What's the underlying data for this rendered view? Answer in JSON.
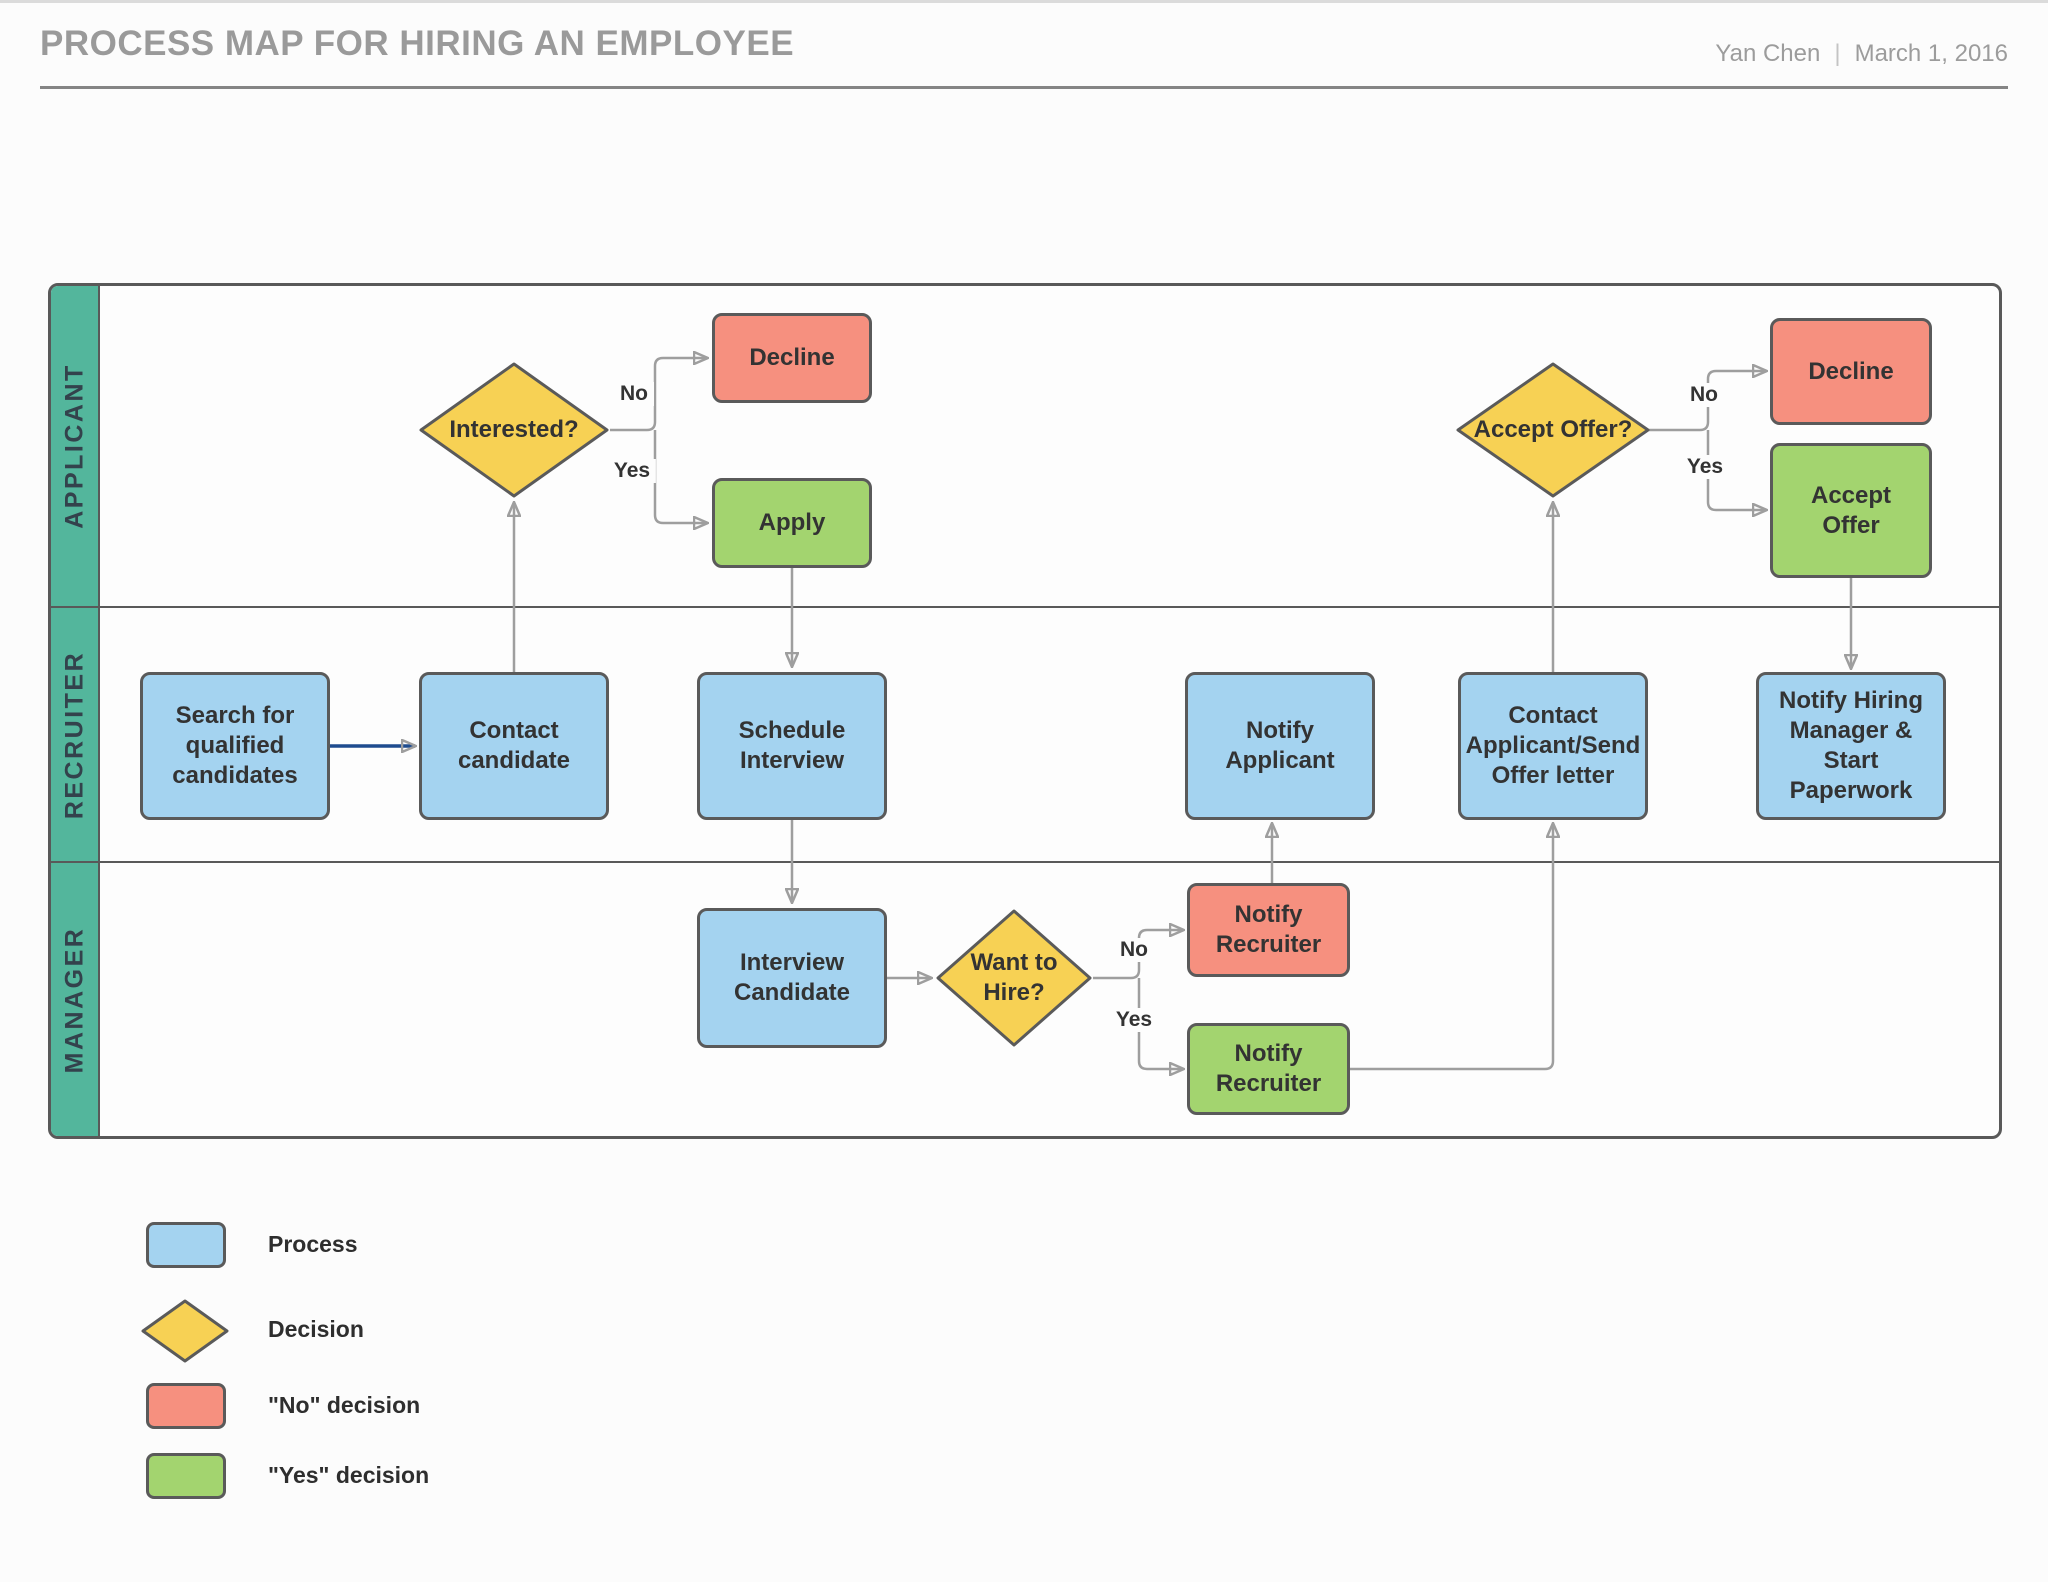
{
  "header": {
    "title": "PROCESS MAP FOR HIRING AN EMPLOYEE",
    "author": "Yan Chen",
    "separator": "|",
    "date": "March 1, 2016"
  },
  "lanes": [
    {
      "label": "APPLICANT"
    },
    {
      "label": "RECRUITER"
    },
    {
      "label": "MANAGER"
    }
  ],
  "nodes": {
    "interested": {
      "label": "Interested?",
      "type": "decision"
    },
    "decline1": {
      "label": "Decline",
      "type": "no-decision"
    },
    "apply": {
      "label": "Apply",
      "type": "yes-decision"
    },
    "accept_offer_q": {
      "label": "Accept Offer?",
      "type": "decision"
    },
    "decline2": {
      "label": "Decline",
      "type": "no-decision"
    },
    "accept_offer": {
      "label": "Accept Offer",
      "type": "yes-decision"
    },
    "search": {
      "label": "Search for qualified candidates",
      "type": "process"
    },
    "contact_candidate": {
      "label": "Contact candidate",
      "type": "process"
    },
    "schedule_interview": {
      "label": "Schedule Interview",
      "type": "process"
    },
    "notify_applicant": {
      "label": "Notify Applicant",
      "type": "process"
    },
    "contact_applicant": {
      "label": "Contact Applicant/Send Offer letter",
      "type": "process"
    },
    "notify_hiring": {
      "label": "Notify Hiring Manager & Start Paperwork",
      "type": "process"
    },
    "interview_candidate": {
      "label": "Interview Candidate",
      "type": "process"
    },
    "want_hire": {
      "label": "Want to Hire?",
      "type": "decision"
    },
    "notify_recruiter_no": {
      "label": "Notify Recruiter",
      "type": "no-decision"
    },
    "notify_recruiter_yes": {
      "label": "Notify Recruiter",
      "type": "yes-decision"
    }
  },
  "edge_labels": {
    "interested_no": "No",
    "interested_yes": "Yes",
    "want_hire_no": "No",
    "want_hire_yes": "Yes",
    "accept_no": "No",
    "accept_yes": "Yes"
  },
  "legend": {
    "items": [
      {
        "type": "process",
        "label": "Process"
      },
      {
        "type": "decision",
        "label": "Decision"
      },
      {
        "type": "no",
        "label": "\"No\" decision"
      },
      {
        "type": "yes",
        "label": "\"Yes\" decision"
      }
    ]
  },
  "colors": {
    "process": "#A4D3F0",
    "decision": "#F7D154",
    "no_decision": "#F6907F",
    "yes_decision": "#A3D46F",
    "lane": "#53B69C",
    "connector": "#9E9E9E",
    "start_arrow": "#1E4C8F"
  }
}
